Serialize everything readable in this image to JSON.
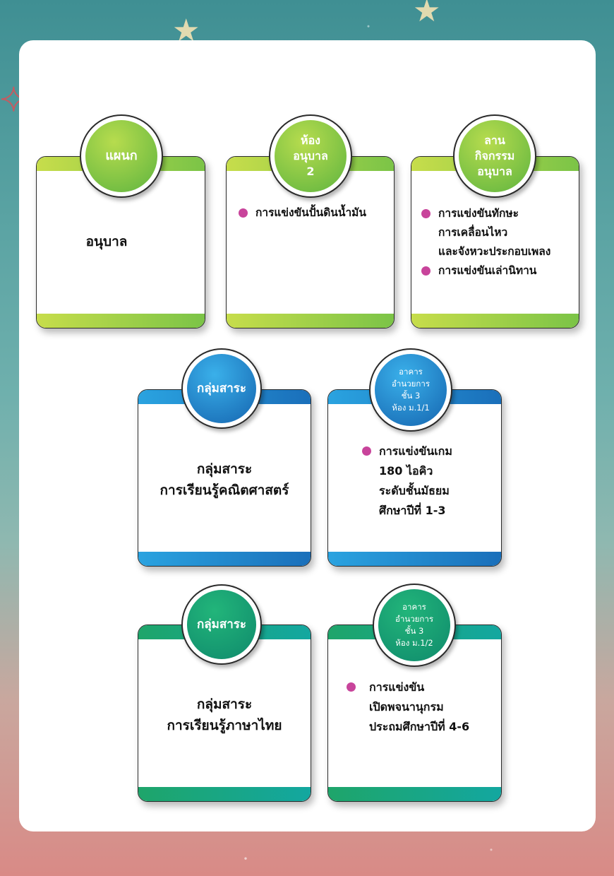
{
  "kindergarten_row": [
    {
      "header": [
        "แผนก"
      ],
      "content_type": "center",
      "content": [
        "อนุบาล"
      ]
    },
    {
      "header": [
        "ห้อง",
        "อนุบาล",
        "2"
      ],
      "content_type": "bullets",
      "bullets": [
        [
          "การแข่งขันปั้นดินน้ำมัน"
        ]
      ]
    },
    {
      "header": [
        "ลาน",
        "กิจกรรม",
        "อนุบาล"
      ],
      "content_type": "bullets",
      "bullets": [
        [
          "การแข่งขันทักษะ",
          "การเคลื่อนไหว",
          "และจังหวะประกอบเพลง"
        ],
        [
          "การแข่งขันเล่านิทาน"
        ]
      ]
    }
  ],
  "math_row": [
    {
      "header": [
        "กลุ่มสาระ"
      ],
      "content": [
        "กลุ่มสาระ",
        "การเรียนรู้คณิตศาสตร์"
      ]
    },
    {
      "header": [
        "อาคาร",
        "อำนวยการ",
        "ชั้น 3",
        "ห้อง ม.1/1"
      ],
      "bullets": [
        [
          "การแข่งขันเกม",
          "180 ไอคิว",
          "ระดับชั้นมัธยม",
          "ศึกษาปีที่ 1-3"
        ]
      ]
    }
  ],
  "thai_row": [
    {
      "header": [
        "กลุ่มสาระ"
      ],
      "content": [
        "กลุ่มสาระ",
        "การเรียนรู้ภาษาไทย"
      ]
    },
    {
      "header": [
        "อาคาร",
        "อำนวยการ",
        "ชั้น 3",
        "ห้อง ม.1/2"
      ],
      "bullets": [
        [
          "การแข่งขัน",
          "เปิดพจนานุกรม",
          "ประถมศึกษาปีที่ 4-6"
        ]
      ]
    }
  ],
  "colors": {
    "green": "#7bc447",
    "blue": "#1a6fba",
    "teal": "#13a7a0",
    "bullet": "#c8449b"
  }
}
